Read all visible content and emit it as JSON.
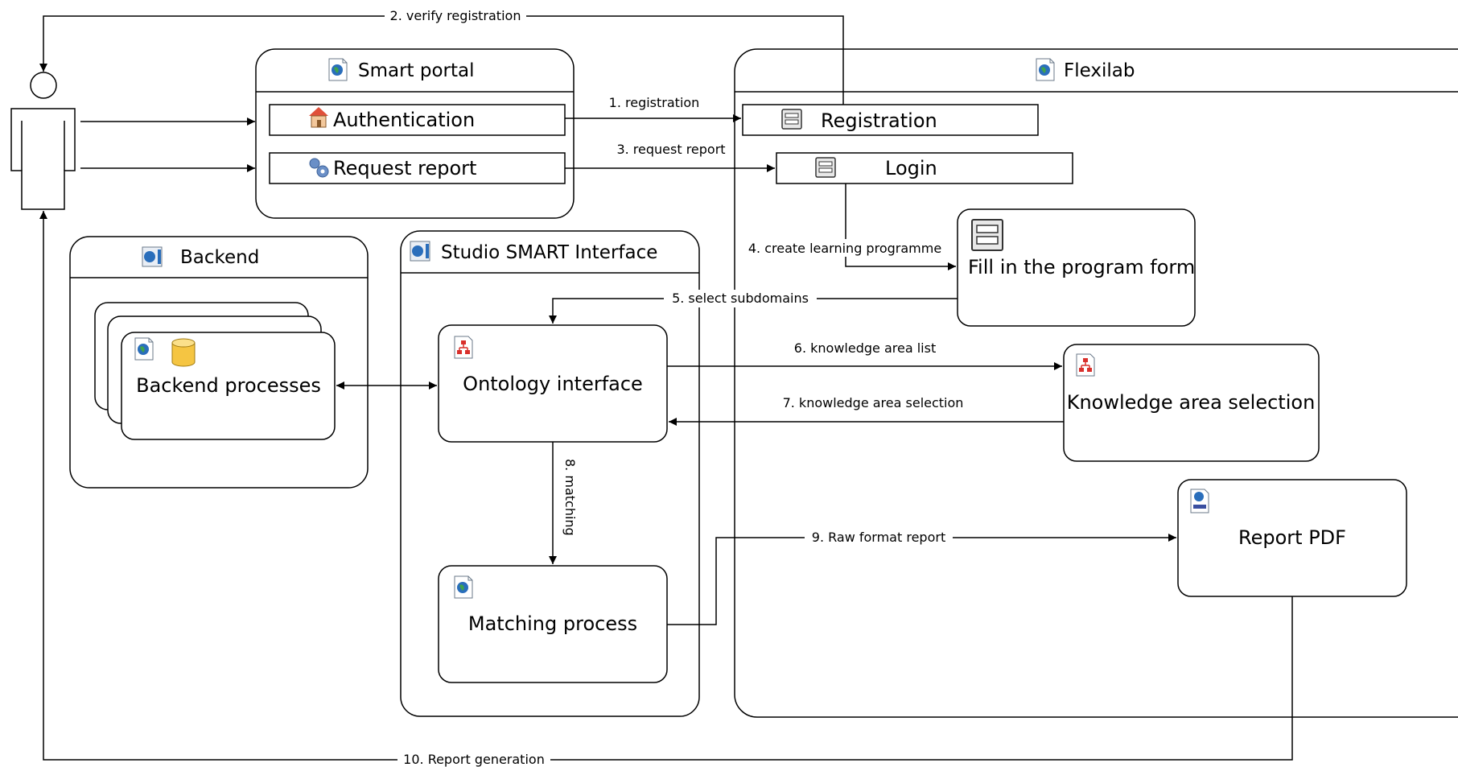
{
  "containers": {
    "smart_portal": "Smart portal",
    "flexilab": "Flexilab",
    "backend": "Backend",
    "studio": "Studio SMART Interface"
  },
  "nodes": {
    "authentication": "Authentication",
    "request_report": "Request report",
    "registration": "Registration",
    "login": "Login",
    "fill_form": "Fill in the program form",
    "backend_processes": "Backend processes",
    "ontology_interface": "Ontology interface",
    "knowledge_area_selection": "Knowledge area selection",
    "report_pdf": "Report PDF",
    "matching_process": "Matching process"
  },
  "edges": {
    "e1": "1. registration",
    "e2": "2. verify registration",
    "e3": "3. request report",
    "e4": "4. create learning programme",
    "e5": "5. select subdomains",
    "e6": "6. knowledge area list",
    "e7": "7. knowledge area selection",
    "e8": "8. matching",
    "e9": "9. Raw format report",
    "e10": "10. Report generation"
  },
  "icons": {
    "actor": "person-icon",
    "web_page": "web-page-icon",
    "home": "home-icon",
    "gears": "gears-icon",
    "form": "form-icon",
    "database": "database-icon",
    "hierarchy": "hierarchy-icon",
    "document": "document-icon"
  },
  "colors": {
    "globe": "#2a6ebb",
    "home_roof": "#e0503a",
    "database": "#f5c542",
    "hierarchy": "#d9302c",
    "gears": "#6a8fc7"
  }
}
